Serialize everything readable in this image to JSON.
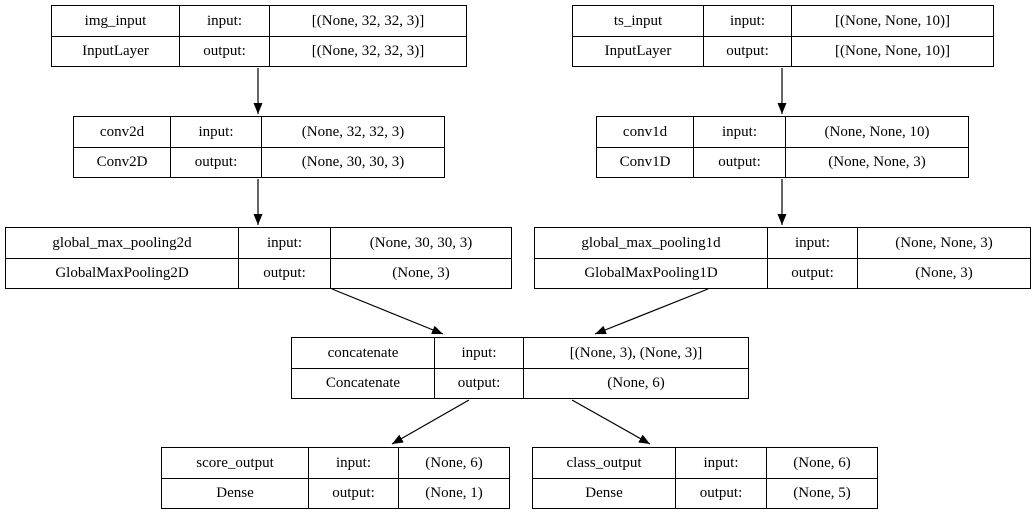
{
  "diagram": {
    "kind": "keras-model-architecture-graph",
    "colors": {
      "background": "#ffffff",
      "border": "#000000",
      "text": "#000000"
    },
    "nodes": [
      {
        "id": "img_input",
        "name": "img_input",
        "layer_type": "InputLayer",
        "input_label": "input:",
        "output_label": "output:",
        "input_shape": "[(None, 32, 32, 3)]",
        "output_shape": "[(None, 32, 32, 3)]"
      },
      {
        "id": "ts_input",
        "name": "ts_input",
        "layer_type": "InputLayer",
        "input_label": "input:",
        "output_label": "output:",
        "input_shape": "[(None, None, 10)]",
        "output_shape": "[(None, None, 10)]"
      },
      {
        "id": "conv2d",
        "name": "conv2d",
        "layer_type": "Conv2D",
        "input_label": "input:",
        "output_label": "output:",
        "input_shape": "(None, 32, 32, 3)",
        "output_shape": "(None, 30, 30, 3)"
      },
      {
        "id": "conv1d",
        "name": "conv1d",
        "layer_type": "Conv1D",
        "input_label": "input:",
        "output_label": "output:",
        "input_shape": "(None, None, 10)",
        "output_shape": "(None, None, 3)"
      },
      {
        "id": "global_max_pooling2d",
        "name": "global_max_pooling2d",
        "layer_type": "GlobalMaxPooling2D",
        "input_label": "input:",
        "output_label": "output:",
        "input_shape": "(None, 30, 30, 3)",
        "output_shape": "(None, 3)"
      },
      {
        "id": "global_max_pooling1d",
        "name": "global_max_pooling1d",
        "layer_type": "GlobalMaxPooling1D",
        "input_label": "input:",
        "output_label": "output:",
        "input_shape": "(None, None, 3)",
        "output_shape": "(None, 3)"
      },
      {
        "id": "concatenate",
        "name": "concatenate",
        "layer_type": "Concatenate",
        "input_label": "input:",
        "output_label": "output:",
        "input_shape": "[(None, 3), (None, 3)]",
        "output_shape": "(None, 6)"
      },
      {
        "id": "score_output",
        "name": "score_output",
        "layer_type": "Dense",
        "input_label": "input:",
        "output_label": "output:",
        "input_shape": "(None, 6)",
        "output_shape": "(None, 1)"
      },
      {
        "id": "class_output",
        "name": "class_output",
        "layer_type": "Dense",
        "input_label": "input:",
        "output_label": "output:",
        "input_shape": "(None, 6)",
        "output_shape": "(None, 5)"
      }
    ],
    "edges": [
      {
        "from": "img_input",
        "to": "conv2d"
      },
      {
        "from": "ts_input",
        "to": "conv1d"
      },
      {
        "from": "conv2d",
        "to": "global_max_pooling2d"
      },
      {
        "from": "conv1d",
        "to": "global_max_pooling1d"
      },
      {
        "from": "global_max_pooling2d",
        "to": "concatenate"
      },
      {
        "from": "global_max_pooling1d",
        "to": "concatenate"
      },
      {
        "from": "concatenate",
        "to": "score_output"
      },
      {
        "from": "concatenate",
        "to": "class_output"
      }
    ]
  }
}
